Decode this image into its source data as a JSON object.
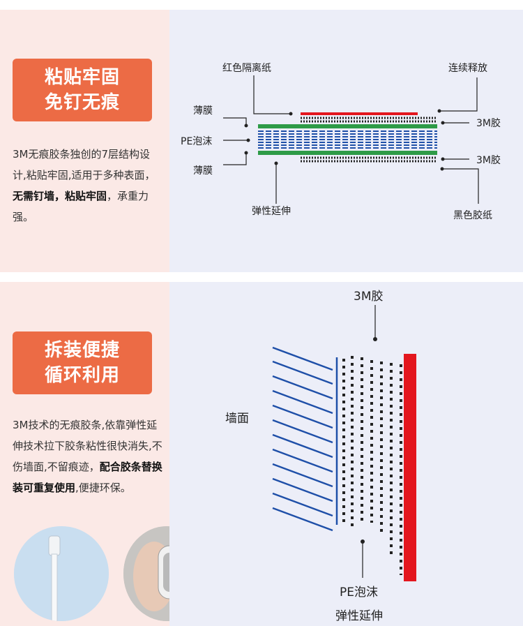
{
  "section1": {
    "badge_line1": "粘贴牢固",
    "badge_line2": "免钉无痕",
    "desc_text1": "3M无痕胶条独创的7层结构设计,粘贴牢固,适用于多种表面，",
    "desc_bold1": "无需钉墙，粘贴牢固",
    "desc_text2": "，承重力强。",
    "labels": {
      "red_liner": "红色隔离纸",
      "continuous_release": "连续释放",
      "film_top": "薄膜",
      "pe_foam": "PE泡沫",
      "film_bottom": "薄膜",
      "glue_top": "3M胶",
      "glue_bottom": "3M胶",
      "elastic_stretch": "弹性延伸",
      "black_paper": "黑色胶纸"
    }
  },
  "section2": {
    "badge_line1": "拆装便捷",
    "badge_line2": "循环利用",
    "desc_text1": "3M技术的无痕胶条,依靠弹性延伸技术拉下胶条粘性很快消失,不伤墙面,不留痕迹，",
    "desc_bold1": "配合胶条替换装可重复使用",
    "desc_text2": ",便捷环保。",
    "labels": {
      "glue": "3M胶",
      "wall": "墙面",
      "pe_foam": "PE泡沫",
      "elastic_stretch": "弹性延伸"
    }
  },
  "colors": {
    "badge": "#ec6b45",
    "left_panel": "#fbe9e6",
    "right_panel": "#eceef8",
    "red_layer": "#e3161e",
    "green_layer": "#2e9b47",
    "blue_layer": "#1e4fa8"
  }
}
